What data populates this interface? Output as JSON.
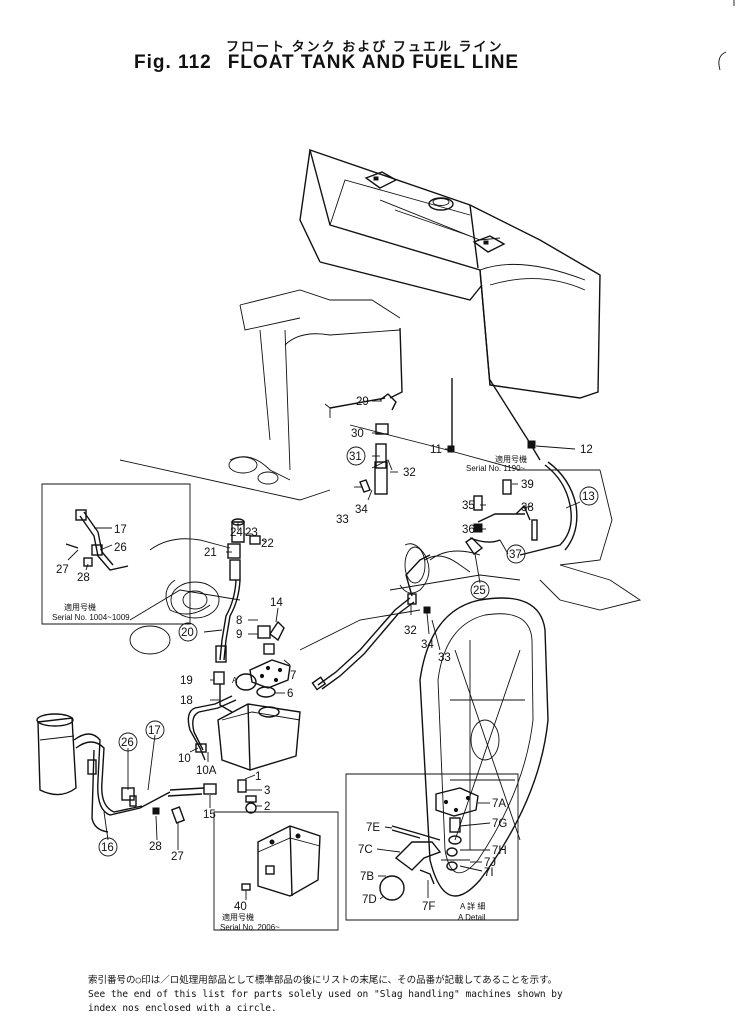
{
  "header": {
    "title_jp": "フロート タンク および フュエル ライン",
    "fig_number": "Fig. 112",
    "title_en": "FLOAT TANK AND FUEL LINE"
  },
  "callouts": {
    "c29": "29",
    "c30": "30",
    "c31": "31",
    "c32a": "32",
    "c33a": "33",
    "c34a": "34",
    "c11": "11",
    "c12": "12",
    "c13": "13",
    "c39": "39",
    "c38": "38",
    "c35": "35",
    "c36": "36",
    "c37": "37",
    "c25": "25",
    "c32b": "32",
    "c34b": "34",
    "c33b": "33",
    "c24": "24",
    "c23": "23",
    "c22": "22",
    "c21": "21",
    "c14": "14",
    "c8": "8",
    "c9": "9",
    "c20": "20",
    "c7": "7",
    "c19": "19",
    "c18": "18",
    "c6": "6",
    "c17a": "17",
    "c26a": "26",
    "c27a": "27",
    "c28a": "28",
    "c17b": "17",
    "c26b": "26",
    "c10": "10",
    "c10A": "10A",
    "c1": "1",
    "c3": "3",
    "c2": "2",
    "c15": "15",
    "c16": "16",
    "c28b": "28",
    "c27b": "27",
    "c40": "40",
    "c7A": "7A",
    "c7E": "7E",
    "c7G": "7G",
    "c7C": "7C",
    "c7H": "7H",
    "c7J": "7J",
    "c7I": "7I",
    "c7B": "7B",
    "c7D": "7D",
    "c7F": "7F",
    "cA": "A"
  },
  "serials": {
    "jp_label": "適用号機",
    "inset_left": "Serial No. 1004~1009",
    "inset_bottom": "Serial No. 2006~",
    "top_right": "Serial No. 1190~"
  },
  "detail": {
    "jp": "A 詳 細",
    "en": "A Detail"
  },
  "footer": {
    "line_jp": "索引番号の○印は／ロ処理用部品として標準部品の後にリストの末尾に、その品番が記載してあることを示す。",
    "line_en1": "See the end of this list for parts solely used on \"Slag handling\" machines shown by",
    "line_en2": "index nos enclosed with a circle."
  }
}
